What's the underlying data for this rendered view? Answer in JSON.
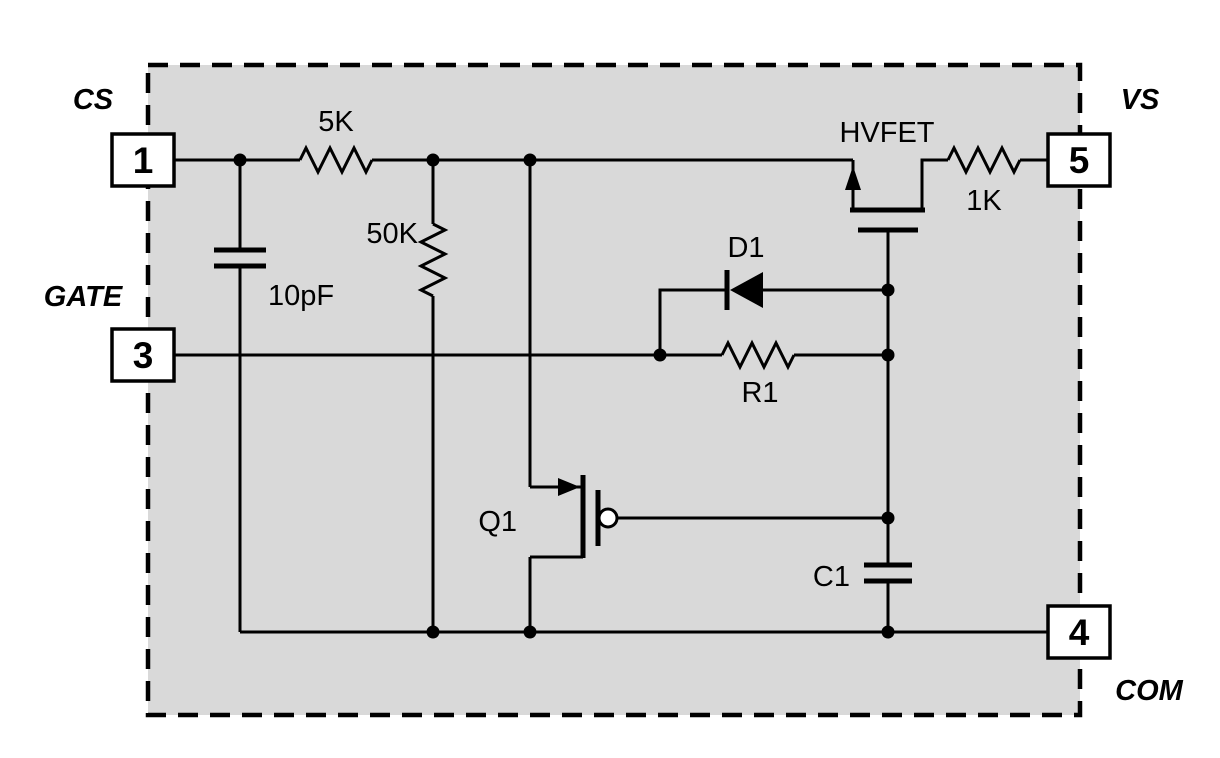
{
  "diagram": {
    "type": "circuit-schematic",
    "colors": {
      "ic_fill": "#d9d9d9",
      "wire": "#000000",
      "background": "#ffffff"
    },
    "pins": {
      "cs": {
        "number": "1",
        "name": "CS"
      },
      "gate": {
        "number": "3",
        "name": "GATE"
      },
      "vs": {
        "number": "5",
        "name": "VS"
      },
      "com": {
        "number": "4",
        "name": "COM"
      }
    },
    "components": {
      "r_5k": {
        "label": "5K",
        "type": "resistor"
      },
      "r_50k": {
        "label": "50K",
        "type": "resistor"
      },
      "c_10pf": {
        "label": "10pF",
        "type": "capacitor"
      },
      "hvfet": {
        "label": "HVFET",
        "type": "high-voltage-fet"
      },
      "r_1k": {
        "label": "1K",
        "type": "resistor"
      },
      "d1": {
        "label": "D1",
        "type": "diode"
      },
      "r1": {
        "label": "R1",
        "type": "resistor"
      },
      "q1": {
        "label": "Q1",
        "type": "mosfet"
      },
      "c1": {
        "label": "C1",
        "type": "capacitor"
      }
    }
  }
}
